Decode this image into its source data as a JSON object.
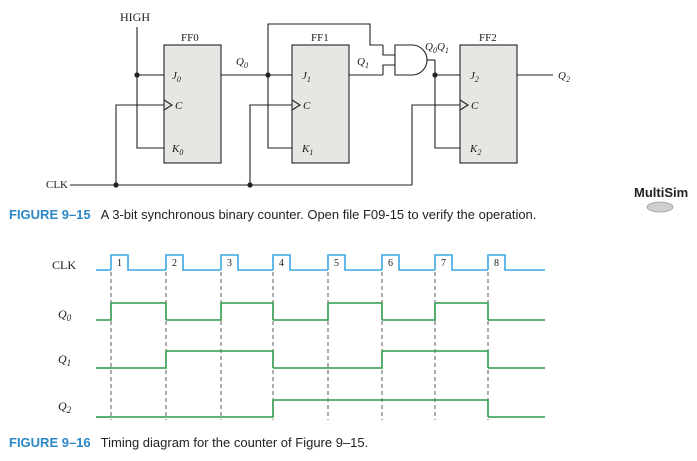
{
  "circuit": {
    "high_label": "HIGH",
    "clk_label": "CLK",
    "ff0": {
      "name": "FF0",
      "j": "J0",
      "c": "C",
      "k": "K0"
    },
    "ff1": {
      "name": "FF1",
      "j": "J1",
      "c": "C",
      "k": "K1"
    },
    "ff2": {
      "name": "FF2",
      "j": "J2",
      "c": "C",
      "k": "K2"
    },
    "q0_label": "Q0",
    "q1_label": "Q1",
    "and_label": "Q0Q1",
    "q2_label": "Q2"
  },
  "multisim_logo": "MultiSim",
  "figure_9_15": {
    "number": "FIGURE 9–15",
    "text": "A 3-bit synchronous binary counter. Open file F09-15 to verify the operation."
  },
  "timing": {
    "clk_label": "CLK",
    "q0_label": "Q0",
    "q1_label": "Q1",
    "q2_label": "Q2",
    "pulse_numbers": [
      "1",
      "2",
      "3",
      "4",
      "5",
      "6",
      "7",
      "8"
    ],
    "states": {
      "q0": [
        0,
        1,
        0,
        1,
        0,
        1,
        0,
        1,
        0
      ],
      "q1": [
        0,
        0,
        1,
        1,
        0,
        0,
        1,
        1,
        0
      ],
      "q2": [
        0,
        0,
        0,
        0,
        1,
        1,
        1,
        1,
        0
      ]
    },
    "colors": {
      "clk": "#3aa8df",
      "outputs": "#2f9a4a"
    }
  },
  "figure_9_16": {
    "number": "FIGURE 9–16",
    "text": "Timing diagram for the counter of Figure 9–15."
  }
}
